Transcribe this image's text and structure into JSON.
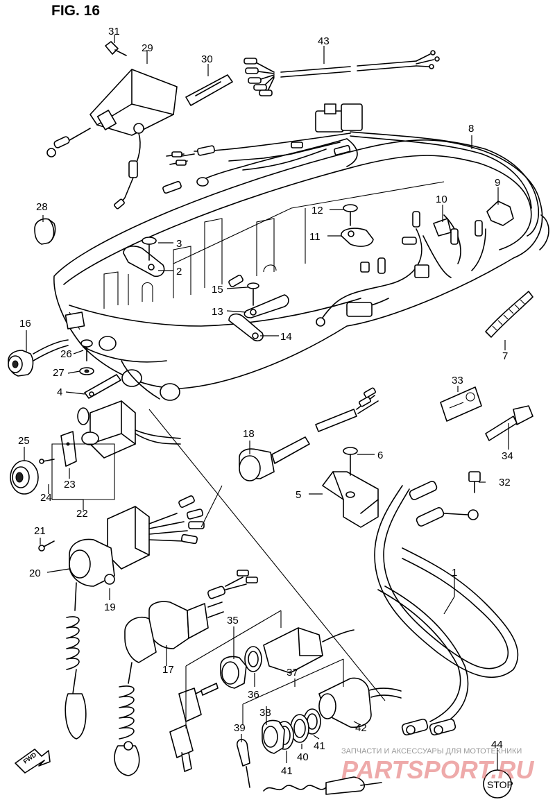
{
  "figure": {
    "title": "FIG. 16"
  },
  "callouts": [
    {
      "id": "c1",
      "label": "1"
    },
    {
      "id": "c2",
      "label": "2"
    },
    {
      "id": "c3",
      "label": "3"
    },
    {
      "id": "c4",
      "label": "4"
    },
    {
      "id": "c5",
      "label": "5"
    },
    {
      "id": "c6",
      "label": "6"
    },
    {
      "id": "c7",
      "label": "7"
    },
    {
      "id": "c8",
      "label": "8"
    },
    {
      "id": "c9",
      "label": "9"
    },
    {
      "id": "c10",
      "label": "10"
    },
    {
      "id": "c11",
      "label": "11"
    },
    {
      "id": "c12",
      "label": "12"
    },
    {
      "id": "c13",
      "label": "13"
    },
    {
      "id": "c14",
      "label": "14"
    },
    {
      "id": "c15",
      "label": "15"
    },
    {
      "id": "c16",
      "label": "16"
    },
    {
      "id": "c17",
      "label": "17"
    },
    {
      "id": "c18",
      "label": "18"
    },
    {
      "id": "c19",
      "label": "19"
    },
    {
      "id": "c20",
      "label": "20"
    },
    {
      "id": "c21",
      "label": "21"
    },
    {
      "id": "c22",
      "label": "22"
    },
    {
      "id": "c23",
      "label": "23"
    },
    {
      "id": "c24",
      "label": "24"
    },
    {
      "id": "c25",
      "label": "25"
    },
    {
      "id": "c26",
      "label": "26"
    },
    {
      "id": "c27",
      "label": "27"
    },
    {
      "id": "c28",
      "label": "28"
    },
    {
      "id": "c29",
      "label": "29"
    },
    {
      "id": "c30",
      "label": "30"
    },
    {
      "id": "c31",
      "label": "31"
    },
    {
      "id": "c32",
      "label": "32"
    },
    {
      "id": "c33",
      "label": "33"
    },
    {
      "id": "c34",
      "label": "34"
    },
    {
      "id": "c35",
      "label": "35"
    },
    {
      "id": "c36",
      "label": "36"
    },
    {
      "id": "c37",
      "label": "37"
    },
    {
      "id": "c38",
      "label": "38"
    },
    {
      "id": "c39",
      "label": "39"
    },
    {
      "id": "c40",
      "label": "40"
    },
    {
      "id": "c41a",
      "label": "41"
    },
    {
      "id": "c41b",
      "label": "41"
    },
    {
      "id": "c42",
      "label": "42"
    },
    {
      "id": "c43",
      "label": "43"
    },
    {
      "id": "c44",
      "label": "44"
    }
  ],
  "stop_plate": {
    "text": "STOP"
  },
  "fwd_arrow": {
    "text": "FWD"
  },
  "watermark": {
    "caption": "ЗАПЧАСТИ И АКСЕССУАРЫ ДЛЯ МОТОТЕХНИКИ",
    "brand": "PARTSPORT.RU"
  }
}
